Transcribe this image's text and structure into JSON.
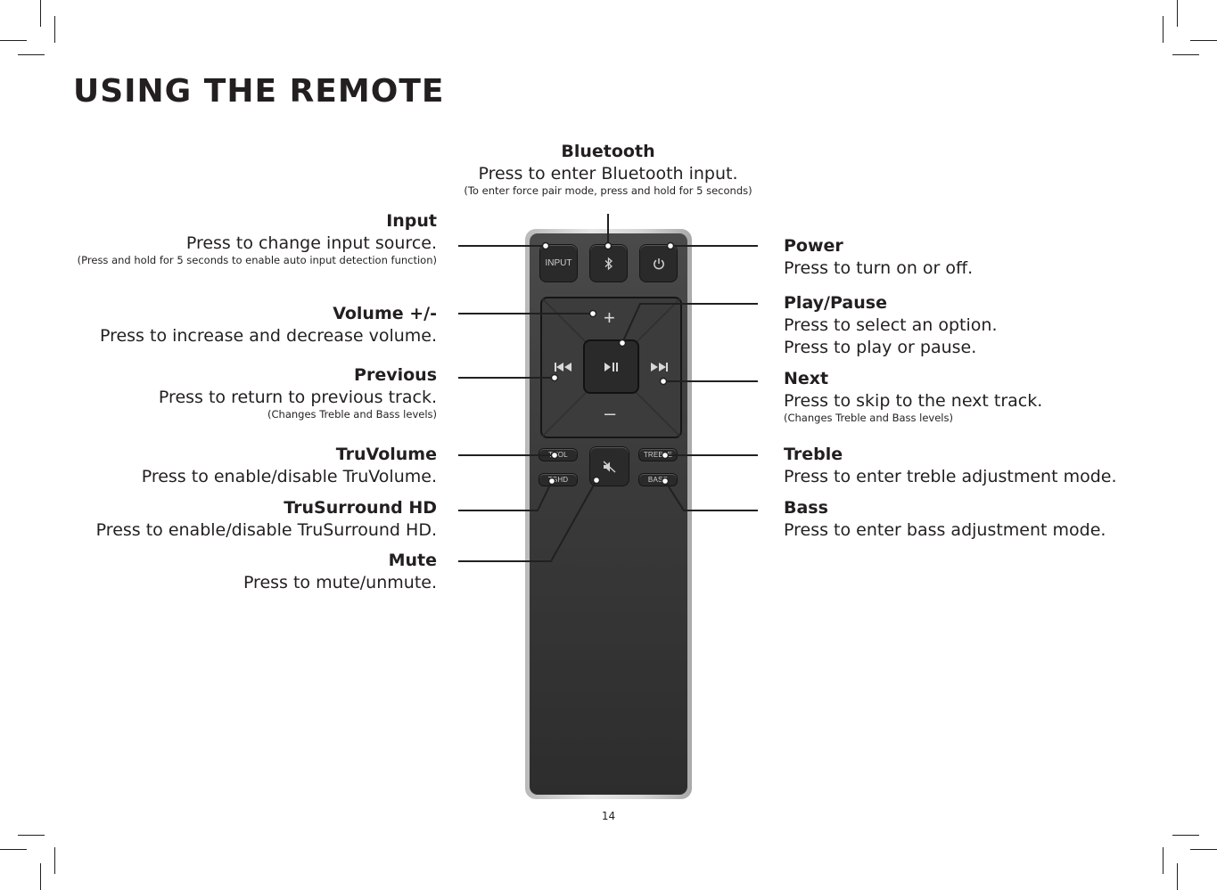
{
  "page": {
    "title": "USING THE REMOTE",
    "page_number": "14"
  },
  "callouts": {
    "bluetooth": {
      "title": "Bluetooth",
      "desc": "Press to enter Bluetooth input.",
      "note": "(To enter force pair mode, press and hold for 5 seconds)"
    },
    "input": {
      "title": "Input",
      "desc": "Press to change input source.",
      "note": "(Press and hold for 5 seconds to enable auto input detection function)"
    },
    "volume": {
      "title": "Volume +/-",
      "desc": "Press to increase and decrease volume."
    },
    "previous": {
      "title": "Previous",
      "desc": "Press to return to previous track.",
      "note": "(Changes Treble and Bass levels)"
    },
    "truvolume": {
      "title": "TruVolume",
      "desc": "Press to enable/disable TruVolume."
    },
    "trusurround": {
      "title": "TruSurround HD",
      "desc": "Press to enable/disable TruSurround HD."
    },
    "mute": {
      "title": "Mute",
      "desc": "Press to mute/unmute."
    },
    "power": {
      "title": "Power",
      "desc": "Press to turn on or off."
    },
    "playpause": {
      "title": "Play/Pause",
      "desc1": "Press to select an option.",
      "desc2": "Press to play or pause."
    },
    "next": {
      "title": "Next",
      "desc": "Press to skip to the next track.",
      "note": "(Changes Treble and Bass levels)"
    },
    "treble": {
      "title": "Treble",
      "desc": "Press to enter treble adjustment mode."
    },
    "bass": {
      "title": "Bass",
      "desc": "Press to enter bass adjustment mode."
    }
  },
  "remote": {
    "input_label": "INPUT",
    "tvol_label": "TVOL",
    "tshd_label": "TSHD",
    "treble_label": "TREBLE",
    "bass_label": "BASS",
    "icons": [
      "bluetooth-icon",
      "power-icon",
      "plus-icon",
      "minus-icon",
      "previous-icon",
      "play-pause-icon",
      "next-icon",
      "mute-icon"
    ]
  },
  "colors": {
    "text": "#231f20",
    "remote_face": "#3a3a3a",
    "remote_frame": "#d4d4d4"
  }
}
